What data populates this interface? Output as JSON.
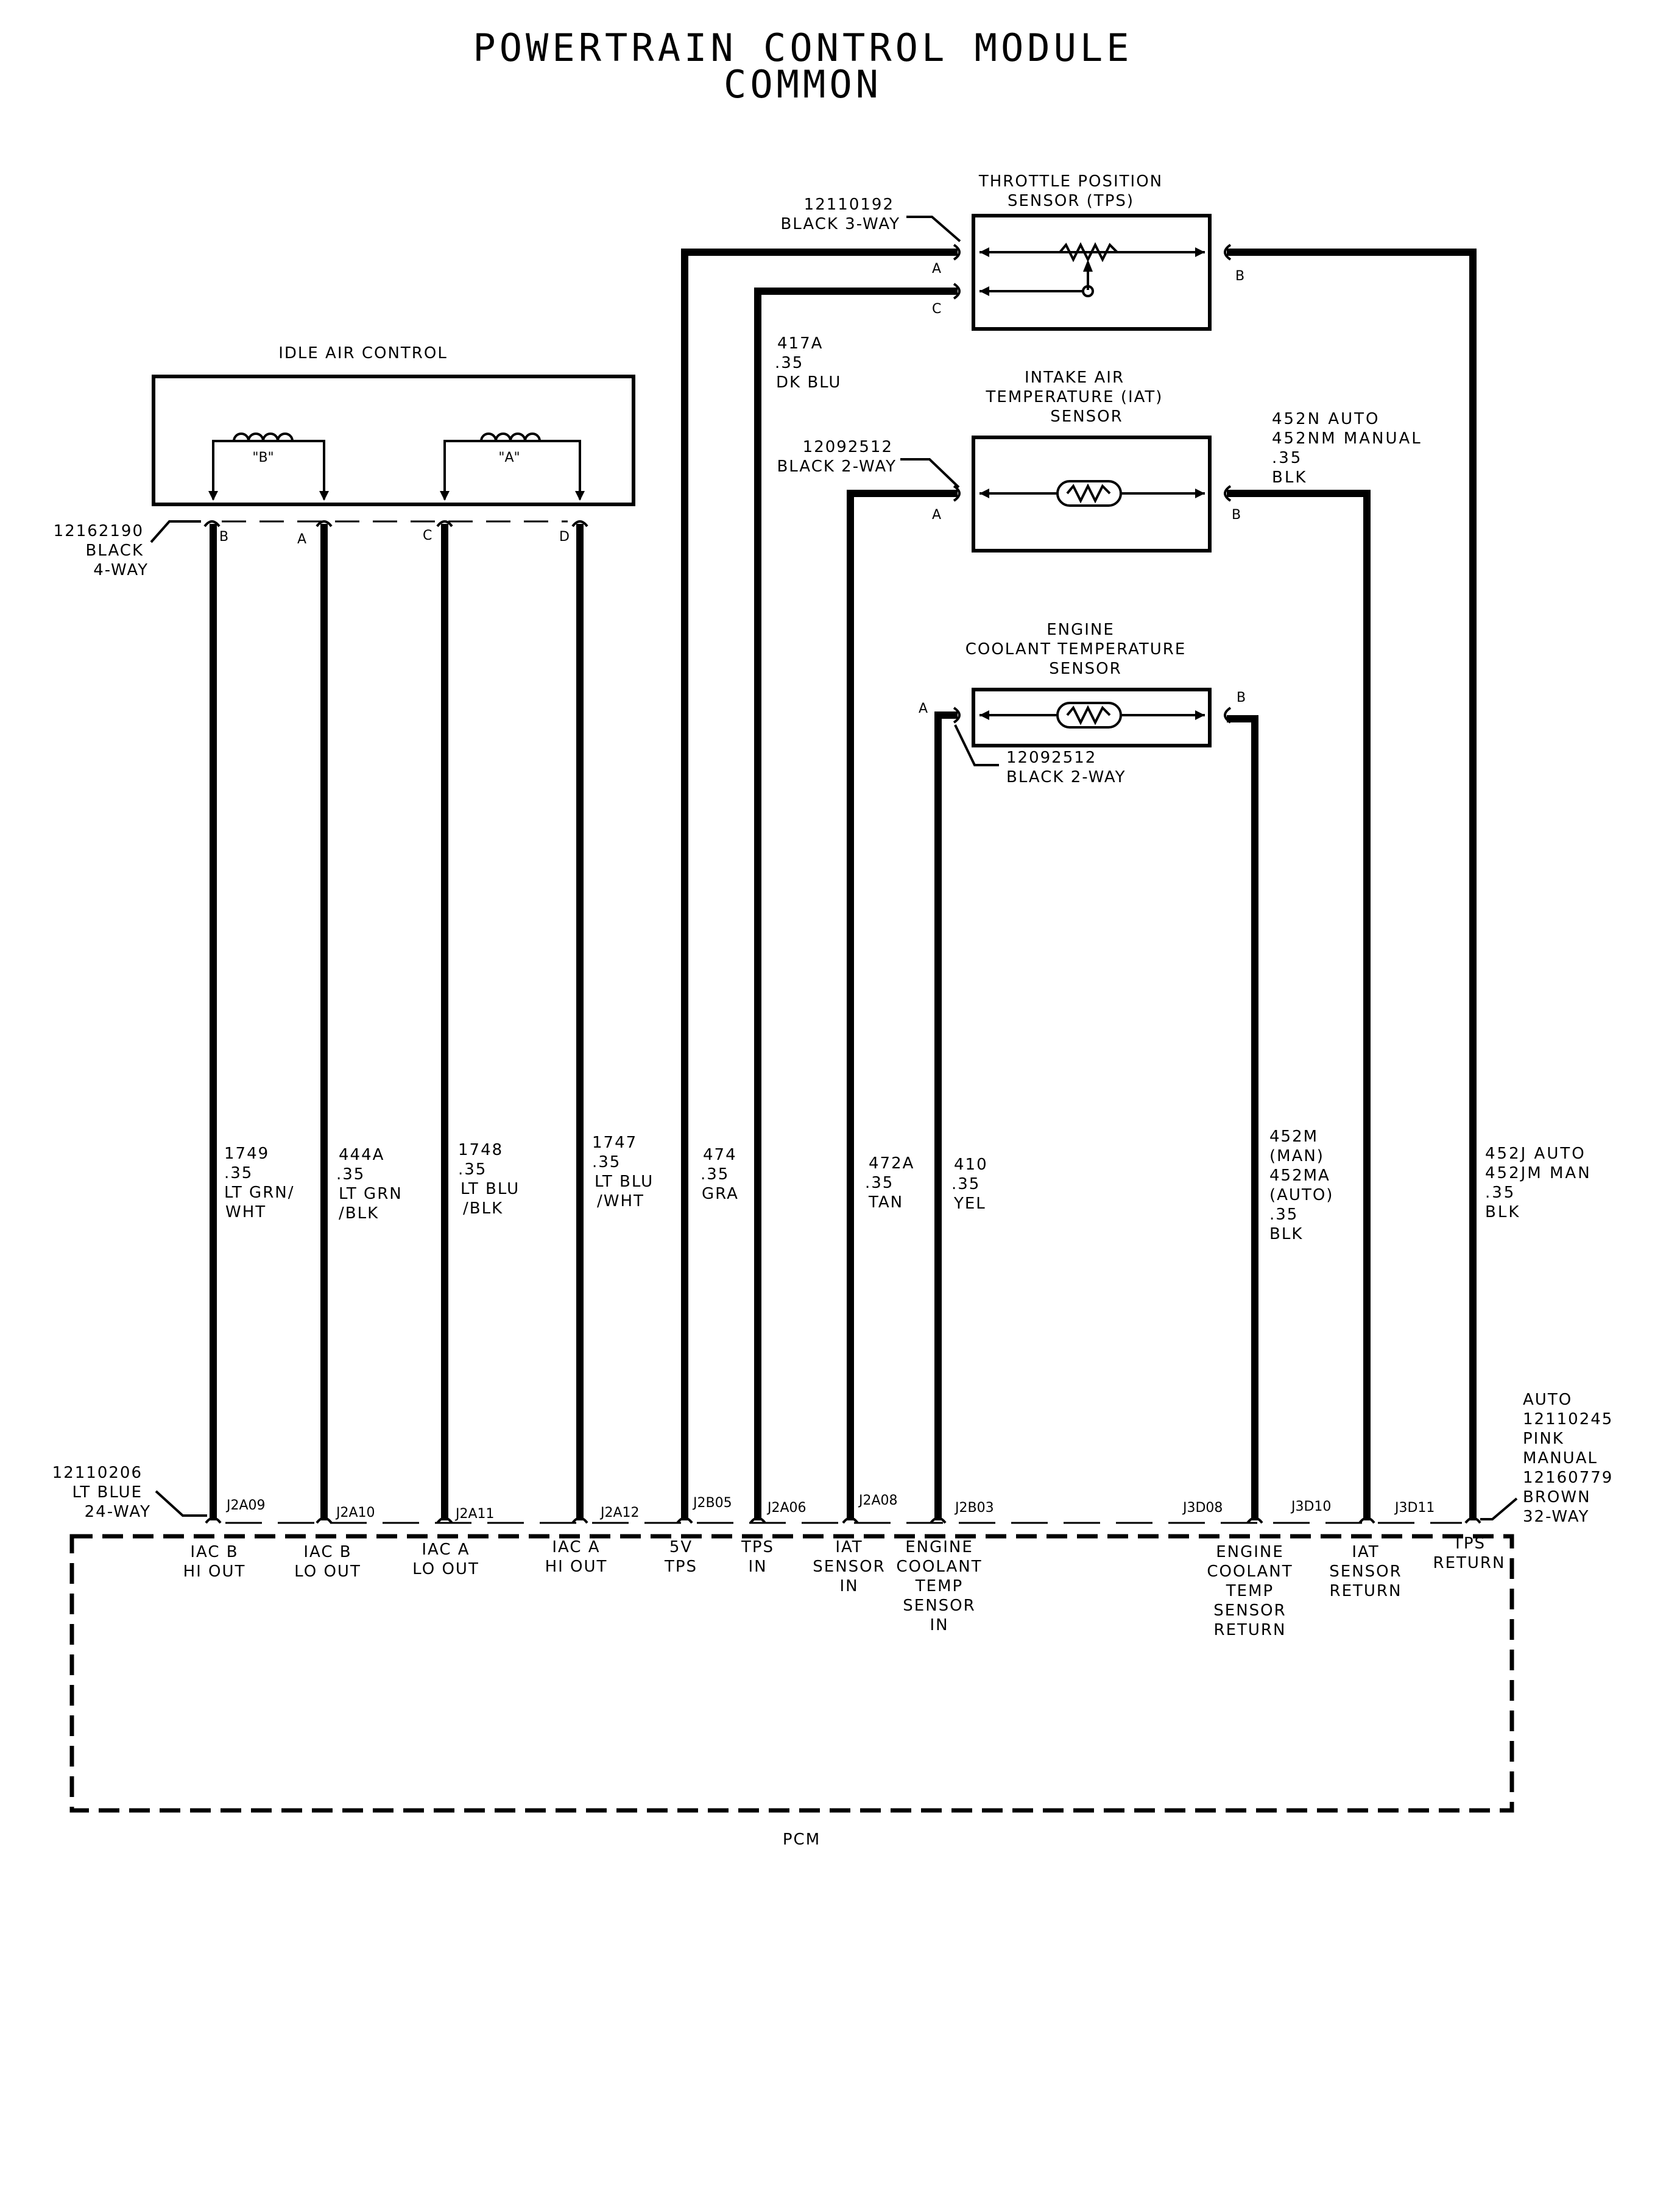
{
  "title": {
    "line1": "POWERTRAIN CONTROL MODULE",
    "line2": "COMMON"
  },
  "tps": {
    "name_line1": "THROTTLE POSITION",
    "name_line2": "SENSOR (TPS)",
    "connector_part": "12110192",
    "connector_desc": "BLACK 3-WAY",
    "pin_a": "A",
    "pin_c": "C",
    "pin_b": "B"
  },
  "iat": {
    "name_line1": "INTAKE AIR",
    "name_line2": "TEMPERATURE (IAT)",
    "name_line3": "SENSOR",
    "connector_part": "12092512",
    "connector_desc": "BLACK 2-WAY",
    "pin_a": "A",
    "pin_b": "B"
  },
  "ect": {
    "name_line1": "ENGINE",
    "name_line2": "COOLANT TEMPERATURE",
    "name_line3": "SENSOR",
    "connector_part": "12092512",
    "connector_desc": "BLACK 2-WAY",
    "pin_a": "A",
    "pin_b": "B"
  },
  "iac": {
    "name": "IDLE AIR CONTROL",
    "coil_b": "\"B\"",
    "coil_a": "\"A\"",
    "connector_part": "12162190",
    "connector_color": "BLACK",
    "connector_desc": "4-WAY",
    "pin_b": "B",
    "pin_a": "A",
    "pin_c": "C",
    "pin_d": "D"
  },
  "wire_labels": {
    "w417a": [
      "417A",
      ".35",
      "DK BLU"
    ],
    "w452n": [
      "452N AUTO",
      "452NM MANUAL",
      ".35",
      "BLK"
    ],
    "w1749": [
      "1749",
      ".35",
      "LT GRN/",
      "WHT"
    ],
    "w444a": [
      "444A",
      ".35",
      "LT GRN",
      "/BLK"
    ],
    "w1748": [
      "1748",
      ".35",
      "LT BLU",
      "/BLK"
    ],
    "w1747": [
      "1747",
      ".35",
      "LT BLU",
      "/WHT"
    ],
    "w474": [
      "474",
      ".35",
      "GRA"
    ],
    "w472a": [
      "472A",
      ".35",
      "TAN"
    ],
    "w410": [
      "410",
      ".35",
      "YEL"
    ],
    "w452m": [
      "452M",
      "(MAN)",
      "452MA",
      "(AUTO)",
      ".35",
      "BLK"
    ],
    "w452j": [
      "452J AUTO",
      "452JM MAN",
      ".35",
      "BLK"
    ]
  },
  "pcm": {
    "name": "PCM",
    "left_connector": [
      "12110206",
      "LT BLUE",
      "24-WAY"
    ],
    "right_connector": [
      "AUTO",
      "12110245",
      "PINK",
      "MANUAL",
      "12160779",
      "BROWN",
      "32-WAY"
    ],
    "pins": [
      "J2A09",
      "J2A10",
      "J2A11",
      "J2A12",
      "J2B05",
      "J2A06",
      "J2A08",
      "J2B03",
      "J3D08",
      "J3D10",
      "J3D11"
    ],
    "functions": {
      "iac_b_hi": [
        "IAC B",
        "HI OUT"
      ],
      "iac_b_lo": [
        "IAC B",
        "LO OUT"
      ],
      "iac_a_lo": [
        "IAC A",
        "LO OUT"
      ],
      "iac_a_hi": [
        "IAC A",
        "HI OUT"
      ],
      "tps_5v": [
        "5V",
        "TPS"
      ],
      "tps_in": [
        "TPS",
        "IN"
      ],
      "iat_in": [
        "IAT",
        "SENSOR",
        "IN"
      ],
      "ect_in": [
        "ENGINE",
        "COOLANT",
        "TEMP",
        "SENSOR",
        "IN"
      ],
      "ect_ret": [
        "ENGINE",
        "COOLANT",
        "TEMP",
        "SENSOR",
        "RETURN"
      ],
      "iat_ret": [
        "IAT",
        "SENSOR",
        "RETURN"
      ],
      "tps_ret": [
        "TPS",
        "RETURN"
      ]
    }
  }
}
